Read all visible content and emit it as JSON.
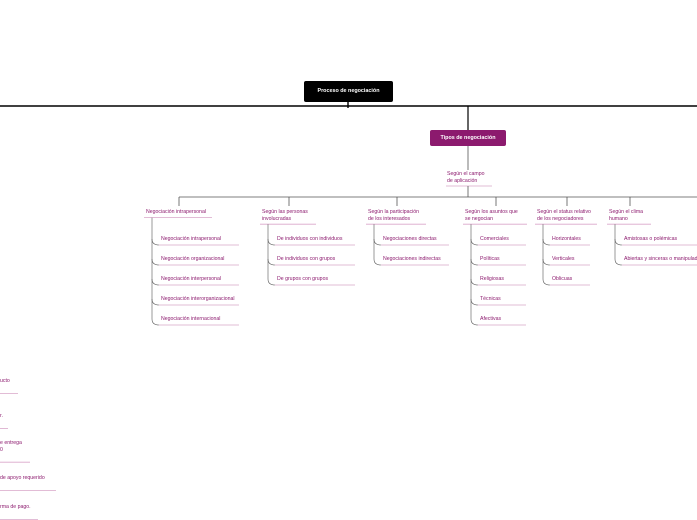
{
  "root": {
    "label": "Proceso de negociación"
  },
  "types": {
    "label": "Tipos de negociación"
  },
  "field": {
    "line1": "Según el campo",
    "line2": "de aplicación"
  },
  "categories": [
    {
      "lines": [
        "Negociación intrapersonal"
      ],
      "items": [
        "Negociación intrapersonal",
        "Negociación organizacional",
        "Negociación interpersonal",
        "Negociación interorganizacional",
        "Negociación internacional"
      ]
    },
    {
      "lines": [
        "Según las personas",
        "involucradas"
      ],
      "items": [
        "De individuos con individuos",
        "De individuos con grupos",
        "De grupos con grupos"
      ]
    },
    {
      "lines": [
        "Según la participación",
        "de los interesados"
      ],
      "items": [
        "Negociaciones directas",
        "Negociaciones indirectas"
      ]
    },
    {
      "lines": [
        "Según los asuntos que",
        "se negocian"
      ],
      "items": [
        "Comerciales",
        "Políticas",
        "Religiosas",
        "Técnicas",
        "Afectivas"
      ]
    },
    {
      "lines": [
        "Según el status relativo",
        "de los negociadores"
      ],
      "items": [
        "Horizontales",
        "Verticales",
        "Oblicuas"
      ]
    },
    {
      "lines": [
        "Según el clima",
        "humano"
      ],
      "items": [
        "Amistosas o polémicas",
        "Abiertas y sinceras o manipuladoras"
      ]
    }
  ],
  "left_fragments": [
    {
      "lines": [
        "ucto"
      ]
    },
    {
      "lines": [
        "r."
      ]
    },
    {
      "lines": [
        "e entrega",
        "0"
      ]
    },
    {
      "lines": [
        "de apoyo requerido"
      ]
    },
    {
      "lines": [
        "rma de pago."
      ]
    }
  ],
  "colors": {
    "accent": "#8c1a6e",
    "root_bg": "#000000",
    "connector": "#000000",
    "branch": "#555555",
    "underline": "#d9a6c9"
  }
}
